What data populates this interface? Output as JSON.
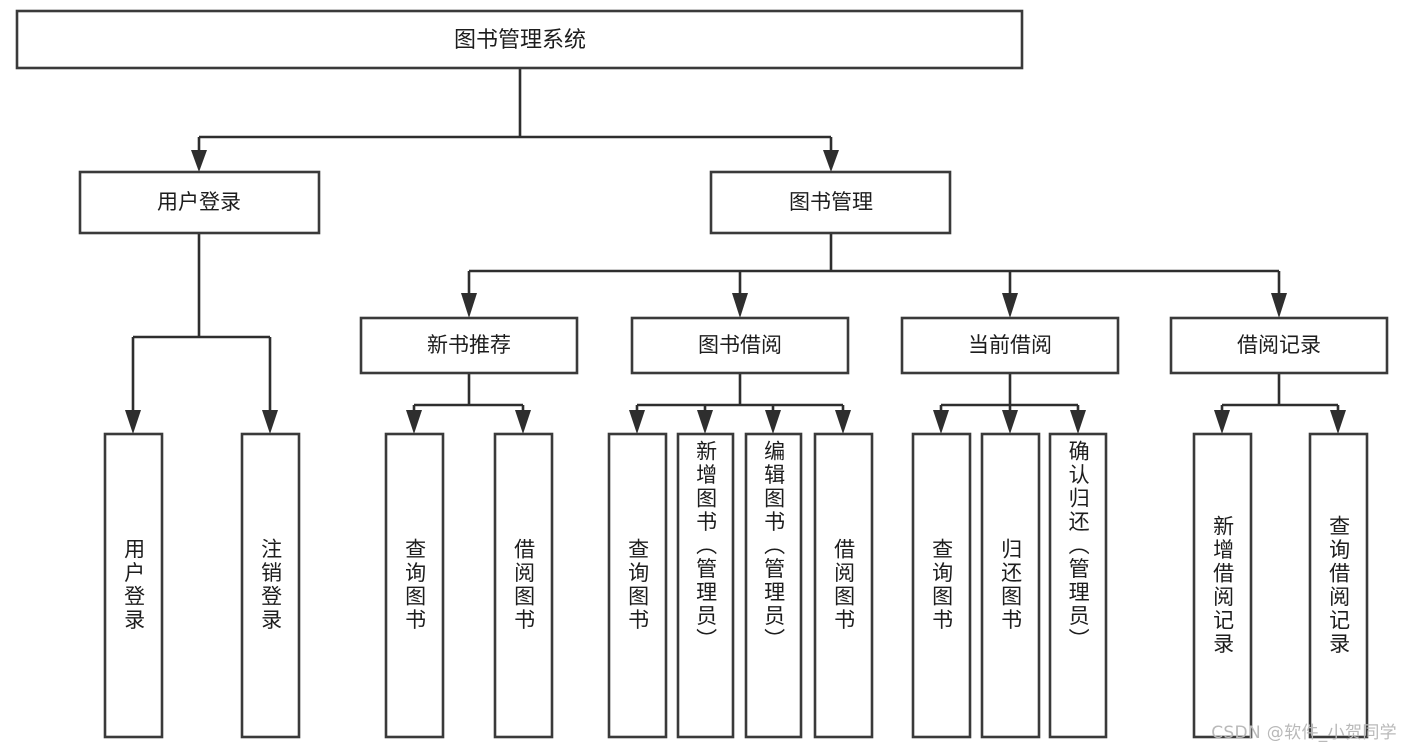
{
  "diagram": {
    "title": "图书管理系统",
    "type": "tree",
    "orientation": "top-down",
    "colors": {
      "box_stroke": "#3a3a3a",
      "box_fill": "#ffffff",
      "connector": "#2e2e2e",
      "text": "#1d1d1d",
      "background": "#ffffff",
      "watermark": "#b9b9b9"
    },
    "watermark": "CSDN @软件_小贺同学",
    "root": {
      "label": "图书管理系统",
      "children": [
        {
          "label": "用户登录",
          "children": [
            {
              "label": "用户登录"
            },
            {
              "label": "注销登录"
            }
          ]
        },
        {
          "label": "图书管理",
          "children": [
            {
              "label": "新书推荐",
              "children": [
                {
                  "label": "查询图书"
                },
                {
                  "label": "借阅图书"
                }
              ]
            },
            {
              "label": "图书借阅",
              "children": [
                {
                  "label": "查询图书"
                },
                {
                  "label": "新增图书（管理员）"
                },
                {
                  "label": "编辑图书（管理员）"
                },
                {
                  "label": "借阅图书"
                }
              ]
            },
            {
              "label": "当前借阅",
              "children": [
                {
                  "label": "查询图书"
                },
                {
                  "label": "归还图书"
                },
                {
                  "label": "确认归还（管理员）"
                }
              ]
            },
            {
              "label": "借阅记录",
              "children": [
                {
                  "label": "新增借阅记录"
                },
                {
                  "label": "查询借阅记录"
                }
              ]
            }
          ]
        }
      ]
    },
    "nodes": {
      "root": {
        "label": "图书管理系统"
      },
      "user_login": {
        "label": "用户登录"
      },
      "book_manage": {
        "label": "图书管理"
      },
      "new_book_rec": {
        "label": "新书推荐"
      },
      "book_borrow": {
        "label": "图书借阅"
      },
      "current_borrow": {
        "label": "当前借阅"
      },
      "borrow_record": {
        "label": "借阅记录"
      },
      "leaf_1": {
        "label": "用户登录"
      },
      "leaf_2": {
        "label": "注销登录"
      },
      "leaf_3": {
        "label": "查询图书"
      },
      "leaf_4": {
        "label": "借阅图书"
      },
      "leaf_5": {
        "label": "查询图书"
      },
      "leaf_6": {
        "label": "新增图书（管理员）"
      },
      "leaf_7": {
        "label": "编辑图书（管理员）"
      },
      "leaf_8": {
        "label": "借阅图书"
      },
      "leaf_9": {
        "label": "查询图书"
      },
      "leaf_10": {
        "label": "归还图书"
      },
      "leaf_11": {
        "label": "确认归还（管理员）"
      },
      "leaf_12": {
        "label": "新增借阅记录"
      },
      "leaf_13": {
        "label": "查询借阅记录"
      }
    }
  }
}
